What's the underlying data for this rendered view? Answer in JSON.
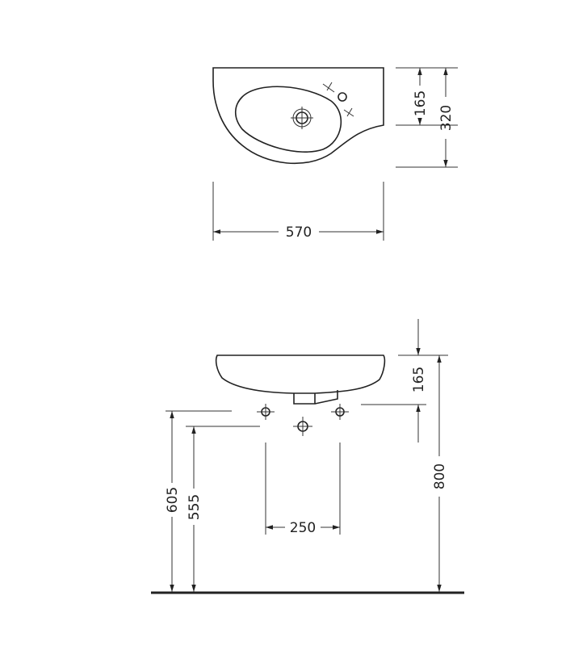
{
  "diagram": {
    "top_view": {
      "dimensions": {
        "tap_offset": "165",
        "depth": "320",
        "width": "570"
      }
    },
    "front_view": {
      "dimensions": {
        "basin_height": "165",
        "rim_height": "800",
        "supply_height": "605",
        "drain_height": "555",
        "supply_spacing": "250"
      }
    },
    "colors": {
      "line": "#222222",
      "background": "#ffffff"
    }
  }
}
